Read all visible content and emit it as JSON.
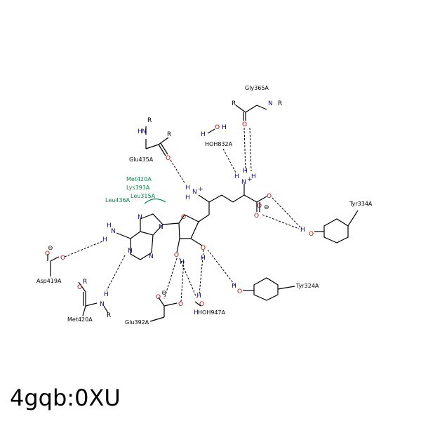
{
  "caption": "4gqb:0XU",
  "residues": {
    "gly365": "Gly365A",
    "glu435": "Glu435A",
    "hoh832": "HOH832A",
    "tyr334": "Tyr334A",
    "asp419": "Asp419A",
    "met420": "Met420A",
    "glu392": "Glu392A",
    "hoh947": "HOH947A",
    "tyr324": "Tyr324A"
  },
  "hydrophobic": [
    "Met420A",
    "Lys393A",
    "Leu315A",
    "Leu436A"
  ],
  "atoms": {
    "R": "R",
    "N": "N",
    "O": "O",
    "H": "H",
    "charge_plus": "+",
    "charge_minus": "⊖"
  },
  "colors": {
    "nitrogen": "#0000cc",
    "oxygen": "#cc0000",
    "hydrophobic": "#00884a",
    "bond": "#000000"
  }
}
